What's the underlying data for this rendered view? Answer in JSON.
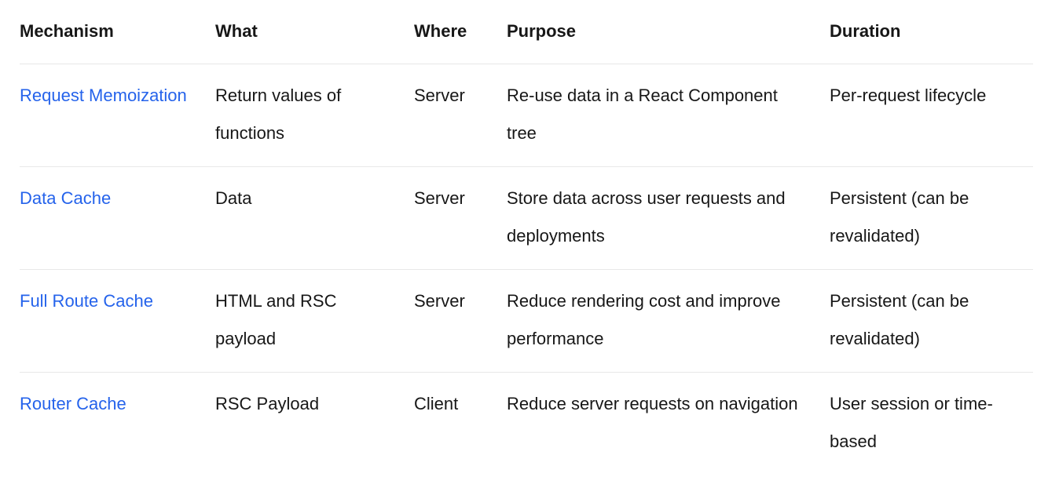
{
  "theme": {
    "accent_color": "#2563eb",
    "text_color": "#171717",
    "divider_color": "#e8e8e8",
    "background_color": "#ffffff"
  },
  "table": {
    "columns": [
      "Mechanism",
      "What",
      "Where",
      "Purpose",
      "Duration"
    ],
    "rows": [
      {
        "mechanism": "Request Memoization",
        "what": "Return values of functions",
        "where": "Server",
        "purpose": "Re-use data in a React Component tree",
        "duration": "Per-request lifecycle"
      },
      {
        "mechanism": "Data Cache",
        "what": "Data",
        "where": "Server",
        "purpose": "Store data across user requests and deployments",
        "duration": "Persistent (can be revalidated)"
      },
      {
        "mechanism": "Full Route Cache",
        "what": "HTML and RSC payload",
        "where": "Server",
        "purpose": "Reduce rendering cost and improve performance",
        "duration": "Persistent (can be revalidated)"
      },
      {
        "mechanism": "Router Cache",
        "what": "RSC Payload",
        "where": "Client",
        "purpose": "Reduce server requests on navigation",
        "duration": "User session or time-based"
      }
    ]
  }
}
